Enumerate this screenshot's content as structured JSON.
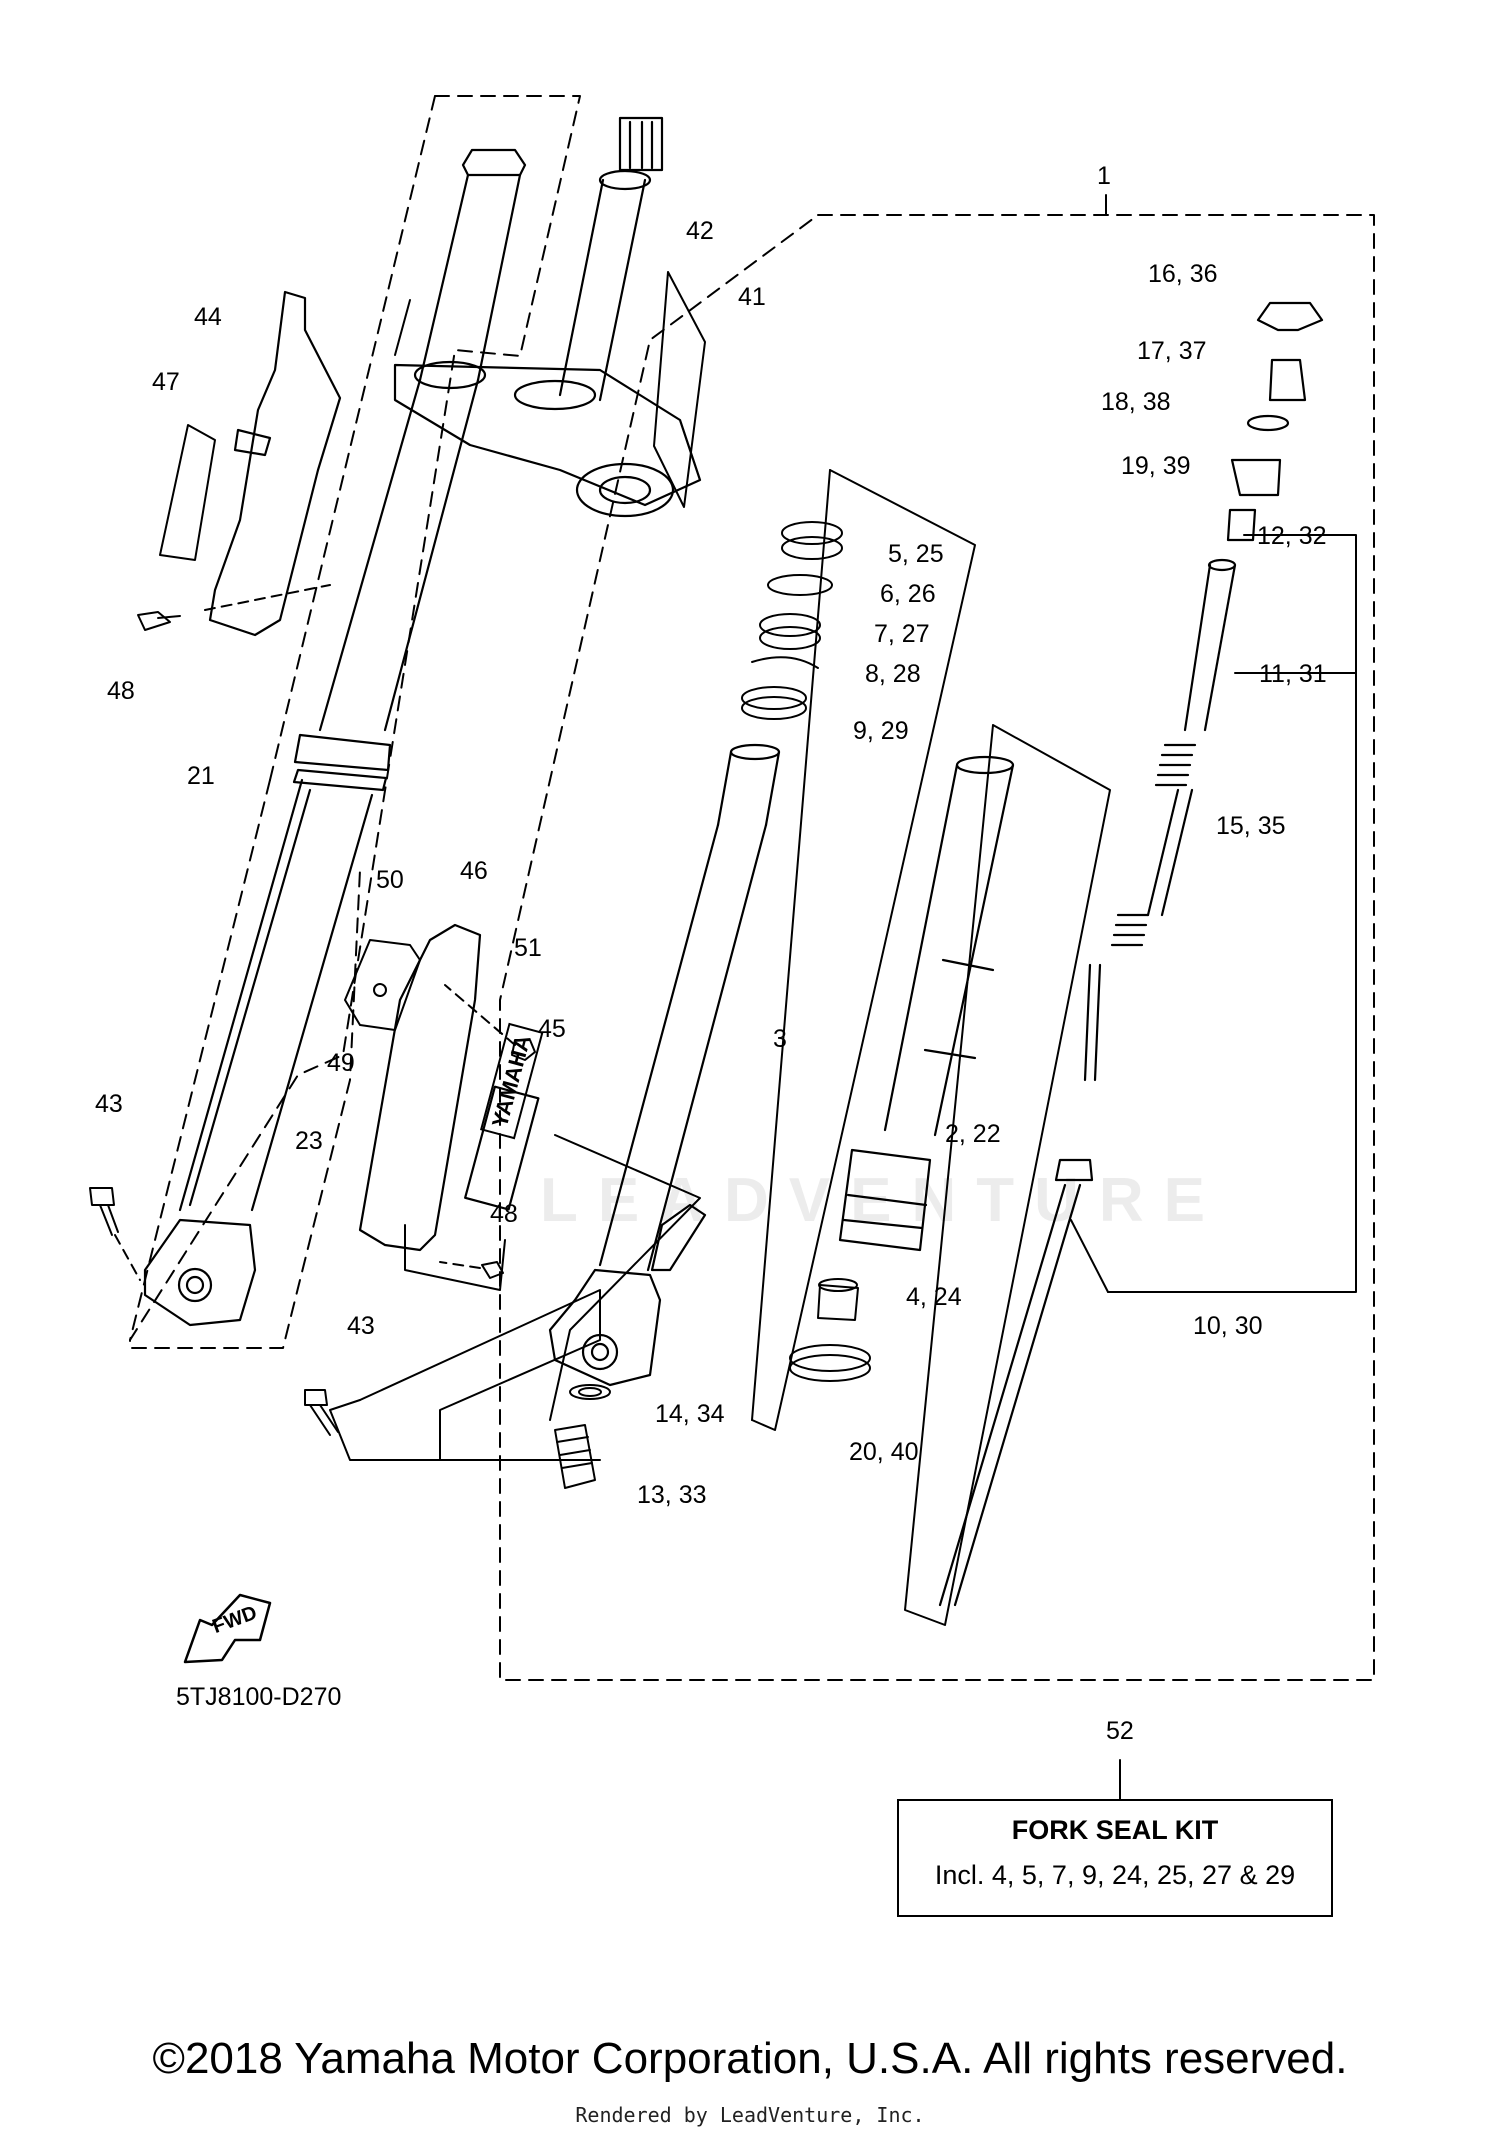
{
  "diagram": {
    "code": "5TJ8100-D270",
    "fwd_label": "FWD",
    "watermark": "LEADVENTURE",
    "callouts": [
      {
        "id": "c1",
        "text": "1"
      },
      {
        "id": "c2",
        "text": "2, 22"
      },
      {
        "id": "c3",
        "text": "3"
      },
      {
        "id": "c4",
        "text": "4, 24"
      },
      {
        "id": "c5",
        "text": "5, 25"
      },
      {
        "id": "c6",
        "text": "6, 26"
      },
      {
        "id": "c7",
        "text": "7, 27"
      },
      {
        "id": "c8",
        "text": "8, 28"
      },
      {
        "id": "c9",
        "text": "9, 29"
      },
      {
        "id": "c10",
        "text": "10, 30"
      },
      {
        "id": "c11",
        "text": "11, 31"
      },
      {
        "id": "c12",
        "text": "12, 32"
      },
      {
        "id": "c13",
        "text": "13, 33"
      },
      {
        "id": "c14",
        "text": "14, 34"
      },
      {
        "id": "c15",
        "text": "15, 35"
      },
      {
        "id": "c16",
        "text": "16, 36"
      },
      {
        "id": "c17",
        "text": "17, 37"
      },
      {
        "id": "c18",
        "text": "18, 38"
      },
      {
        "id": "c19",
        "text": "19, 39"
      },
      {
        "id": "c20",
        "text": "20, 40"
      },
      {
        "id": "c21",
        "text": "21"
      },
      {
        "id": "c23",
        "text": "23"
      },
      {
        "id": "c41",
        "text": "41"
      },
      {
        "id": "c42",
        "text": "42"
      },
      {
        "id": "c43a",
        "text": "43"
      },
      {
        "id": "c43b",
        "text": "43"
      },
      {
        "id": "c44",
        "text": "44"
      },
      {
        "id": "c45",
        "text": "45"
      },
      {
        "id": "c46",
        "text": "46"
      },
      {
        "id": "c47",
        "text": "47"
      },
      {
        "id": "c48a",
        "text": "48"
      },
      {
        "id": "c48b",
        "text": "48"
      },
      {
        "id": "c49",
        "text": "49"
      },
      {
        "id": "c50",
        "text": "50"
      },
      {
        "id": "c51",
        "text": "51"
      },
      {
        "id": "c52",
        "text": "52"
      }
    ],
    "guard_logo": "YAMAHA"
  },
  "seal_kit": {
    "title": "FORK SEAL KIT",
    "includes": "Incl. 4, 5, 7, 9, 24, 25, 27 & 29"
  },
  "footer": {
    "copyright": "©2018 Yamaha Motor Corporation, U.S.A. All rights reserved.",
    "rendered_by": "Rendered by LeadVenture, Inc."
  }
}
